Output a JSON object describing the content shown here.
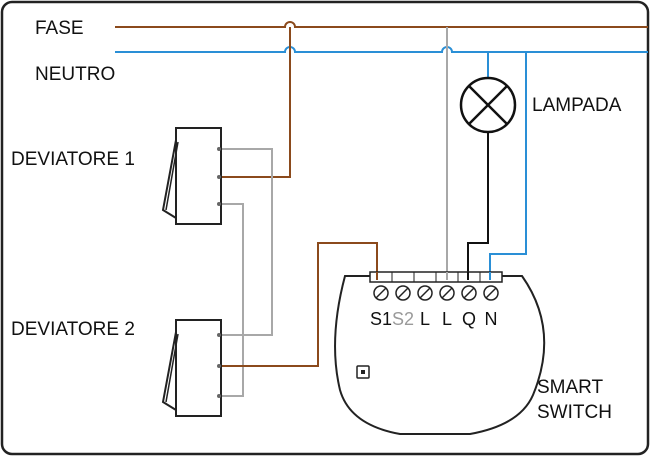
{
  "labels": {
    "fase": "FASE",
    "neutro": "NEUTRO",
    "lampada": "LAMPADA",
    "deviatore1": "DEVIATORE 1",
    "deviatore2": "DEVIATORE 2",
    "smart_line1": "SMART",
    "smart_line2": "SWITCH"
  },
  "terminals": [
    "S1",
    "S2",
    "L",
    "L",
    "Q",
    "N"
  ],
  "colors": {
    "phase": "#8b4a1c",
    "neutral": "#2a8fd6",
    "gray": "#a8a8a8",
    "black": "#111111",
    "frame": "#222222",
    "disabled_text": "#9a9a9a"
  },
  "icons": {
    "lamp": "lamp-cross-icon",
    "switch": "two-way-switch-icon",
    "screw": "screw-terminal-icon"
  }
}
